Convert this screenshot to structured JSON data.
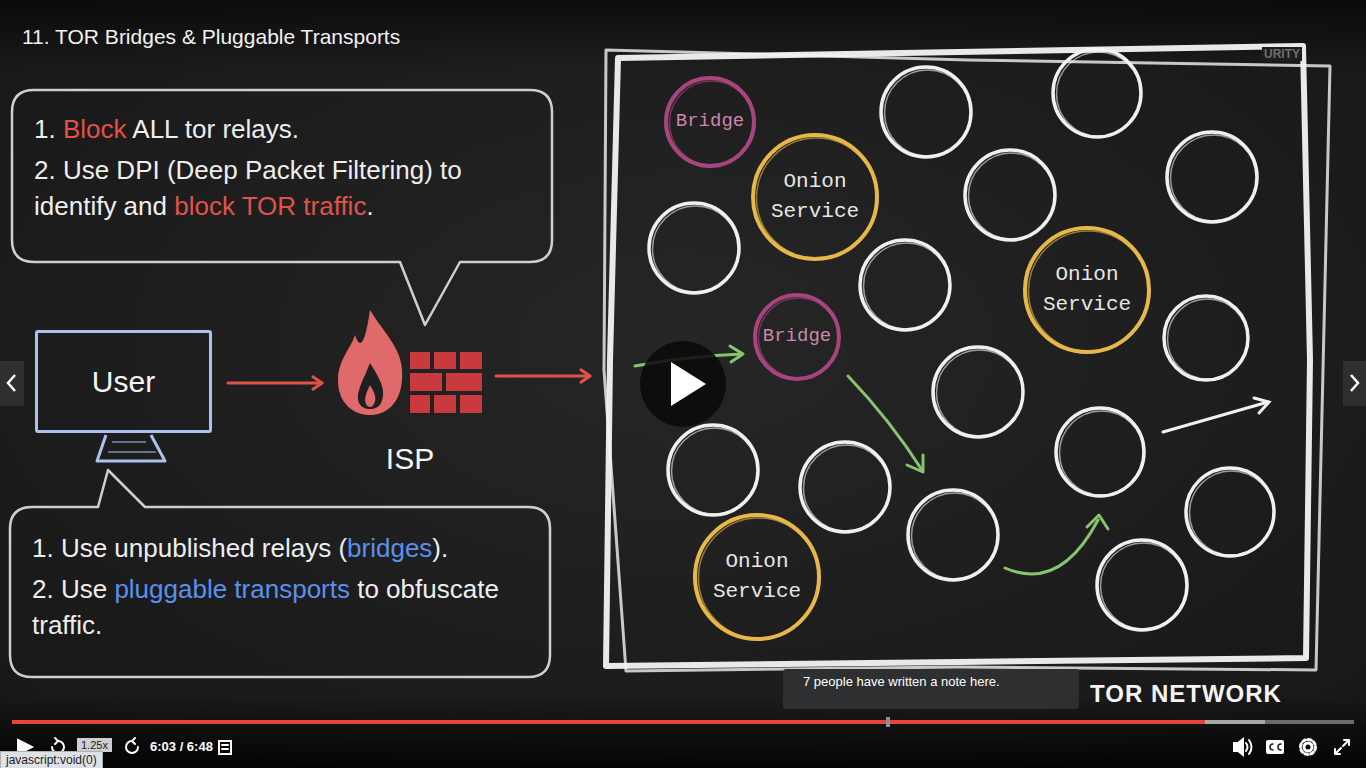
{
  "diagram": {
    "title": "11. TOR Bridges & Pluggable Transports",
    "nodes": [
      {
        "text": [
          "1. Block ALL tor relays.",
          "2. Use DPI (Deep Packet Filtering) to identify and block TOR traffic."
        ]
      },
      {
        "text": [
          "User"
        ]
      },
      {
        "text": [
          "ISP"
        ]
      },
      {
        "text": [
          "1. Use unpublished relays (bridges).",
          "2. Use pluggable transports to obfuscate traffic."
        ]
      },
      {
        "text": [
          "TOR NETWORK"
        ]
      },
      {
        "text": [
          "Bridge"
        ],
        "in": 4
      },
      {
        "text": [
          "Onion Service"
        ],
        "in": 4
      },
      {
        "text": [
          "Onion Service"
        ],
        "in": 4
      },
      {
        "text": [
          "Bridge"
        ],
        "in": 4
      },
      {
        "text": [
          "Onion Service"
        ],
        "in": 4
      }
    ],
    "edges": [
      {
        "from": 1,
        "to": 2,
        "arrow": "to"
      },
      {
        "from": 2,
        "to": 4,
        "arrow": "to"
      }
    ],
    "labels": [
      "URITY",
      "7 people have written a note here.",
      "1.25x",
      "6:03 / 6:48",
      "javascript:void(0)"
    ]
  }
}
